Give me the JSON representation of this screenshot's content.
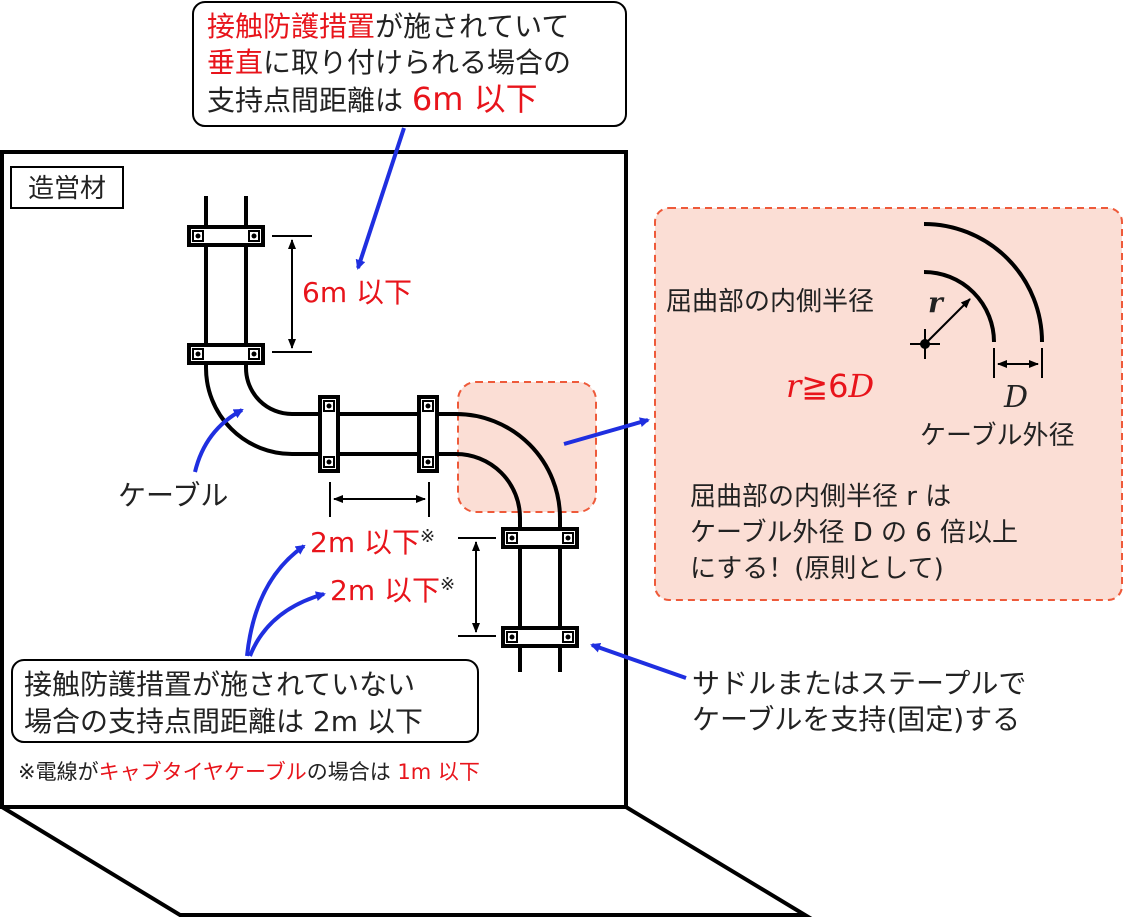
{
  "top_callout": {
    "line1_red": "接触防護措置",
    "line1_black": "が施されていて",
    "line2_red": "垂直",
    "line2_black": "に取り付けられる場合の",
    "line3_black": "支持点間距離は ",
    "line3_red": "6m 以下"
  },
  "wall_label": "造営材",
  "vertical_span_label": "6m 以下",
  "cable_label": "ケーブル",
  "horizontal_span_label": "2m 以下",
  "horizontal_span_note": "※",
  "lower_vertical_span_label": "2m 以下",
  "lower_vertical_span_note": "※",
  "bottom_callout": {
    "line1": "接触防護措置が施されていない",
    "line2": "場合の支持点間距離は 2m 以下"
  },
  "footnote": {
    "part1": "※電線が",
    "part2_red": "キャブタイヤケーブル",
    "part3": "の場合は ",
    "part4_red": "1m 以下"
  },
  "saddle_note": {
    "line1": "サドルまたはステープルで",
    "line2": "ケーブルを支持(固定)する"
  },
  "bend_detail": {
    "radius_label": "屈曲部の内側半径",
    "radius_symbol": "r",
    "formula_r": "r",
    "formula_rel": "≧6",
    "formula_d": "D",
    "diameter_symbol": "D",
    "diameter_label": "ケーブル外径",
    "rule_line1": "屈曲部の内側半径 r は",
    "rule_line2": "ケーブル外径 D の 6 倍以上",
    "rule_line3": "にする！(原則として)"
  },
  "colors": {
    "accent_red": "#e8141b",
    "arrow_blue": "#1f2fe0",
    "highlight_fill": "#fbded5",
    "highlight_border": "#ee5a3a",
    "line": "#000000"
  }
}
